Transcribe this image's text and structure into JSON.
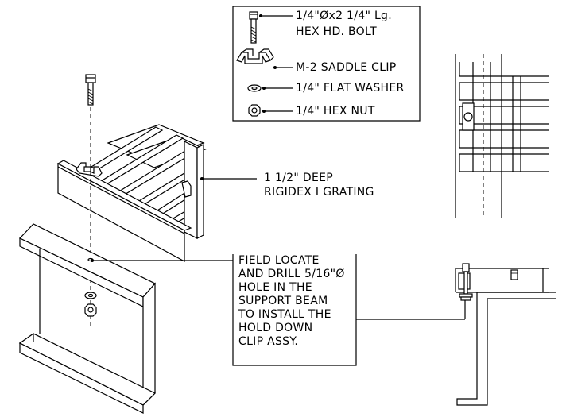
{
  "legend": {
    "bolt": "1/4\"Øx2 1/4\" Lg.",
    "bolt_line2": "HEX HD. BOLT",
    "clip": "M-2 SADDLE CLIP",
    "washer": "1/4\" FLAT WASHER",
    "nut": "1/4\" HEX NUT"
  },
  "callouts": {
    "grating_line1": "1 1/2\" DEEP",
    "grating_line2": "RIGIDEX I GRATING",
    "field_lines": [
      "FIELD LOCATE",
      "AND DRILL 5/16\"Ø",
      "HOLE IN THE",
      "SUPPORT BEAM",
      "TO INSTALL THE",
      "HOLD DOWN",
      "CLIP ASSY."
    ]
  }
}
